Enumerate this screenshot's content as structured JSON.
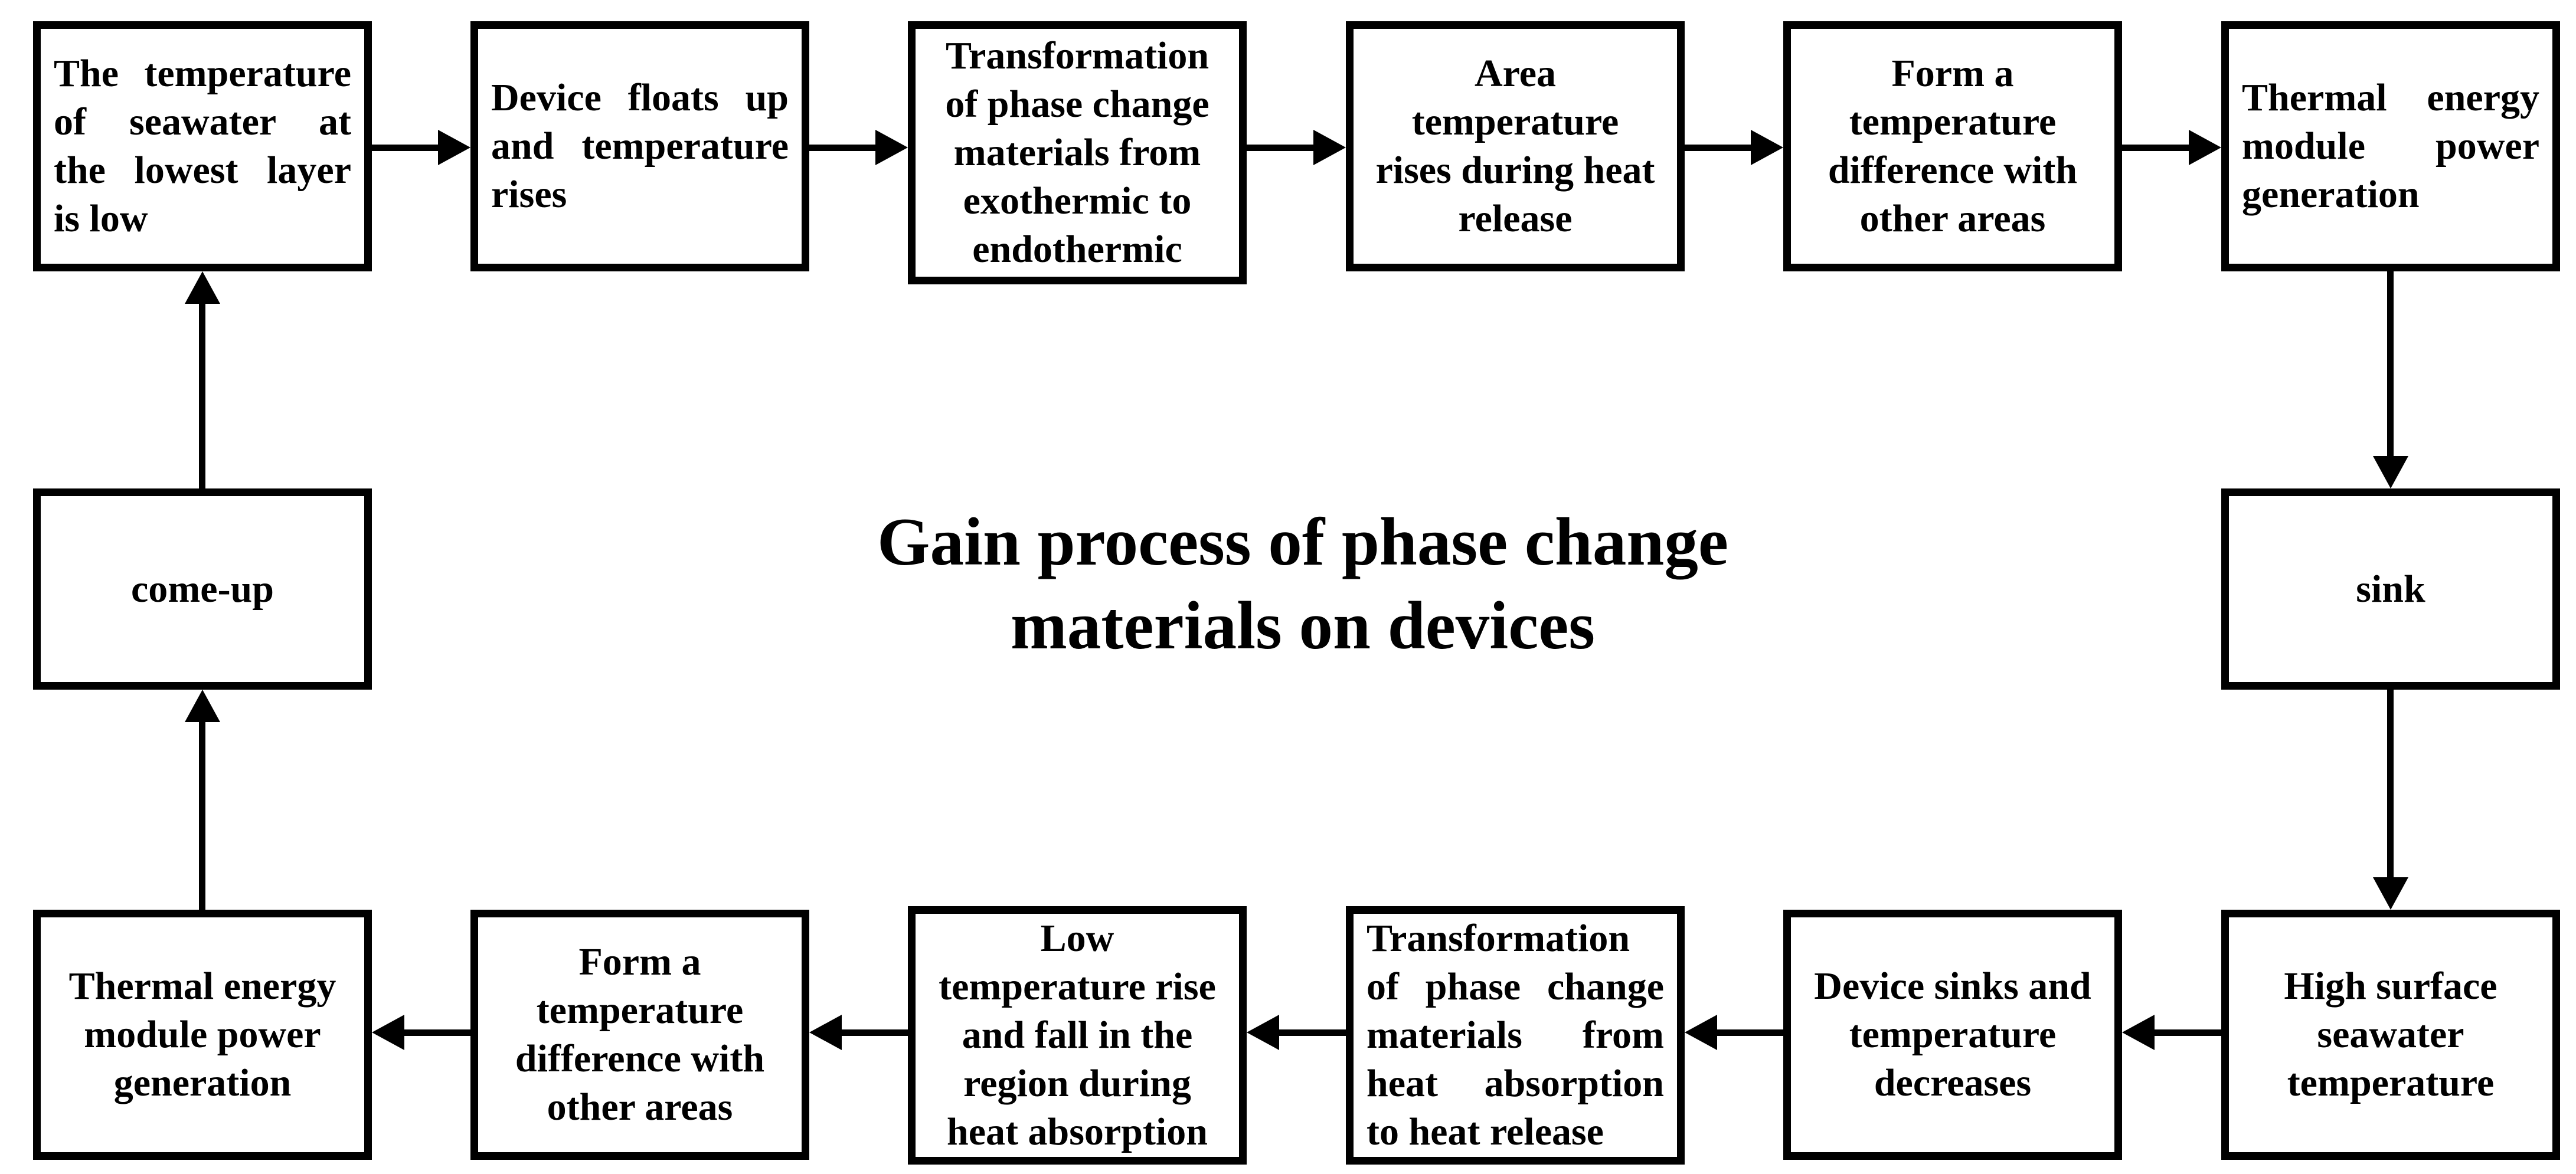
{
  "figure": {
    "title": "Gain process of phase change\nmaterials on devices"
  },
  "colors": {
    "ink": "#000000",
    "paper": "#ffffff"
  },
  "nodes": {
    "seawater_low": {
      "lines": [
        "The temperature",
        "of seawater at",
        "the lowest layer",
        "is low"
      ]
    },
    "device_floats": {
      "lines": [
        "Device floats up",
        "and temperature",
        "rises"
      ]
    },
    "exo_to_endo": {
      "text": "Transformation\nof phase change\nmaterials from\nexothermic to\nendothermic"
    },
    "area_temp_rises": {
      "text": "Area\ntemperature\nrises during heat\nrelease"
    },
    "form_diff_top": {
      "text": "Form a\ntemperature\ndifference with\nother areas"
    },
    "thermal_top": {
      "lines": [
        "Thermal energy",
        "module power",
        "generation"
      ]
    },
    "sink": {
      "text": "sink"
    },
    "high_surface": {
      "text": "High surface\nseawater\ntemperature"
    },
    "device_sinks": {
      "text": "Device sinks and\ntemperature\ndecreases"
    },
    "abs_to_release": {
      "lines": [
        "Transformation",
        "of phase change",
        "materials from",
        "heat absorption",
        "to heat release"
      ]
    },
    "low_temp_region": {
      "text": "Low\ntemperature rise\nand fall in the\nregion during\nheat absorption"
    },
    "form_diff_bottom": {
      "text": "Form a\ntemperature\ndifference with\nother areas"
    },
    "thermal_bottom": {
      "text": "Thermal energy\nmodule power\ngeneration"
    },
    "come_up": {
      "text": "come-up"
    }
  },
  "edges": [
    {
      "from": "seawater_low",
      "to": "device_floats",
      "direction": "right"
    },
    {
      "from": "device_floats",
      "to": "exo_to_endo",
      "direction": "right"
    },
    {
      "from": "exo_to_endo",
      "to": "area_temp_rises",
      "direction": "right"
    },
    {
      "from": "area_temp_rises",
      "to": "form_diff_top",
      "direction": "right"
    },
    {
      "from": "form_diff_top",
      "to": "thermal_top",
      "direction": "right"
    },
    {
      "from": "thermal_top",
      "to": "sink",
      "direction": "down"
    },
    {
      "from": "sink",
      "to": "high_surface",
      "direction": "down"
    },
    {
      "from": "high_surface",
      "to": "device_sinks",
      "direction": "left"
    },
    {
      "from": "device_sinks",
      "to": "abs_to_release",
      "direction": "left"
    },
    {
      "from": "abs_to_release",
      "to": "low_temp_region",
      "direction": "left"
    },
    {
      "from": "low_temp_region",
      "to": "form_diff_bottom",
      "direction": "left"
    },
    {
      "from": "form_diff_bottom",
      "to": "thermal_bottom",
      "direction": "left"
    },
    {
      "from": "thermal_bottom",
      "to": "come_up",
      "direction": "up"
    },
    {
      "from": "come_up",
      "to": "seawater_low",
      "direction": "up"
    }
  ]
}
